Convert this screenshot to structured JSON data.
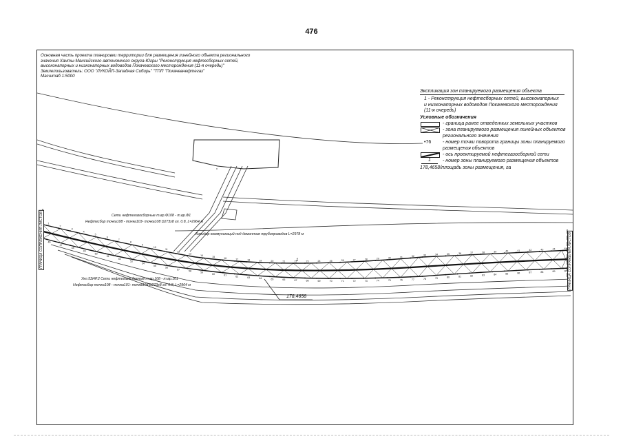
{
  "page": {
    "number": "476"
  },
  "title_block": {
    "lines": [
      "Основная часть проекта планировки территории для размещения линейного объекта регионального",
      "значения Ханты-Мансийского автономного округа-Югры \"Реконструкция нефтесборных сетей,",
      "высоконапорных и низконапорных водоводов Покачевского месторождения (11-я очередь)\"",
      "Землепользователь: ООО \"ЛУКОЙЛ-Западная Сибирь\" \"ТПП \"Покачевнефтегаз\"",
      "Масштаб 1:5000"
    ]
  },
  "legend": {
    "heading": "Экспликация зон планируемого размещения объекта",
    "zone_item": "1 - Реконструкция нефтесборных сетей, высоконапорных\nи низконапорных водоводов Покачевского месторождения\n(11-я очередь)",
    "conventions_heading": "Условные обозначения",
    "items": [
      {
        "symbol": "rect",
        "text": "- граница ранее отведенных земельных участков"
      },
      {
        "symbol": "cross",
        "text": "- зона планируемого размещения линейных объектов\nрегионального значения"
      },
      {
        "symbol": "point",
        "symbol_text": "•76",
        "text": "- номер точки поворота границы зоны планируемого\nразмещения объектов"
      },
      {
        "symbol": "axis",
        "text": "- ось проектируемой нефтегазосборной сети"
      },
      {
        "symbol": "zone",
        "symbol_text": "1",
        "text": "- номер зоны планируемого размещения объектов"
      }
    ],
    "zone_area_caption": "178,4658/площадь зоны размещения, га"
  },
  "map": {
    "labels": {
      "pipeline_upper": "Сети нефтегазосборные т.вр.Ф108 - т.вр.Ф1",
      "pipeline_upper_spec": "Нефтесбор точка108 - точка103- точка108 D273x8 гл. 0.8, L=2964 м",
      "corridor": "Коридор коммуникаций под демонтаж трубопроводов L=2978 м",
      "pipeline_lower": "Укл.5ЗНР.2 Сети нефтегазосборные т.вр.108 - т.вр.101",
      "pipeline_lower_spec": "Нефтесбор точка108 - точка101- точка108 D273x8 гл. 0.8, L=2964 м",
      "zone_area": "178,4658",
      "zone_number": "1",
      "left_tag": "ГРАНИЦА СОПРЯЖЕНИЯ ЛИСТОВ",
      "right_tag": "ГРАНИЦА СОПРЯЖЕНИЯ ЛИСТОВ"
    },
    "point_numbers": [
      "1",
      "2",
      "3",
      "4",
      "5",
      "6",
      "7",
      "8",
      "9",
      "10",
      "11",
      "12",
      "13",
      "14",
      "15",
      "16",
      "17",
      "18",
      "19",
      "20",
      "21",
      "22",
      "23",
      "24",
      "25",
      "26",
      "27",
      "28",
      "29",
      "30",
      "31",
      "32",
      "33",
      "34",
      "35",
      "36",
      "37",
      "38",
      "39",
      "40",
      "41",
      "42",
      "43",
      "44",
      "45",
      "46",
      "47",
      "48",
      "49",
      "50",
      "51",
      "52",
      "53",
      "54",
      "55",
      "56",
      "57",
      "58",
      "59",
      "60",
      "61",
      "62",
      "63",
      "64",
      "65",
      "66",
      "67",
      "68",
      "69",
      "70",
      "71",
      "72",
      "73",
      "74",
      "75",
      "76",
      "77",
      "78",
      "79",
      "80",
      "81",
      "82",
      "83",
      "84",
      "85",
      "86",
      "87",
      "88",
      "89",
      "90"
    ]
  },
  "colors": {
    "line": "#222222",
    "paper": "#ffffff"
  }
}
